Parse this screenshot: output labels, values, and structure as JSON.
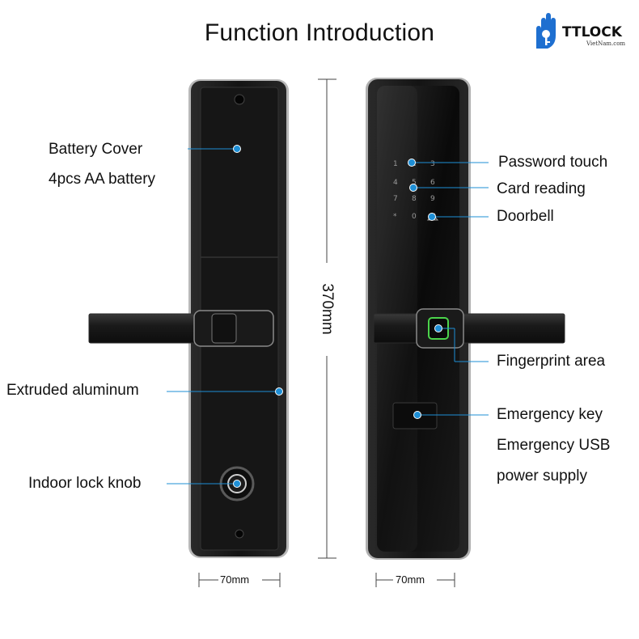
{
  "title": "Function Introduction",
  "brand": {
    "name": "TTLOCK",
    "subtitle": "VietNam.com"
  },
  "dimensions": {
    "height": "370mm",
    "width_left": "70mm",
    "width_right": "70mm"
  },
  "left_labels": {
    "battery_cover": "Battery Cover",
    "battery": "4pcs AA battery",
    "extruded": "Extruded aluminum",
    "indoor_knob": "Indoor lock knob"
  },
  "right_labels": {
    "password": "Password touch",
    "card": "Card reading",
    "doorbell": "Doorbell",
    "fingerprint": "Fingerprint area",
    "emergency_key": "Emergency key",
    "emergency_usb": "Emergency USB",
    "power_supply": "power supply"
  },
  "keypad": [
    "1",
    "2",
    "3",
    "4",
    "5",
    "6",
    "7",
    "8",
    "9",
    "*",
    "0",
    "#"
  ],
  "colors": {
    "accent": "#1e8fd6",
    "body": "#161616",
    "fingerprint_ring": "#4cd44c"
  }
}
